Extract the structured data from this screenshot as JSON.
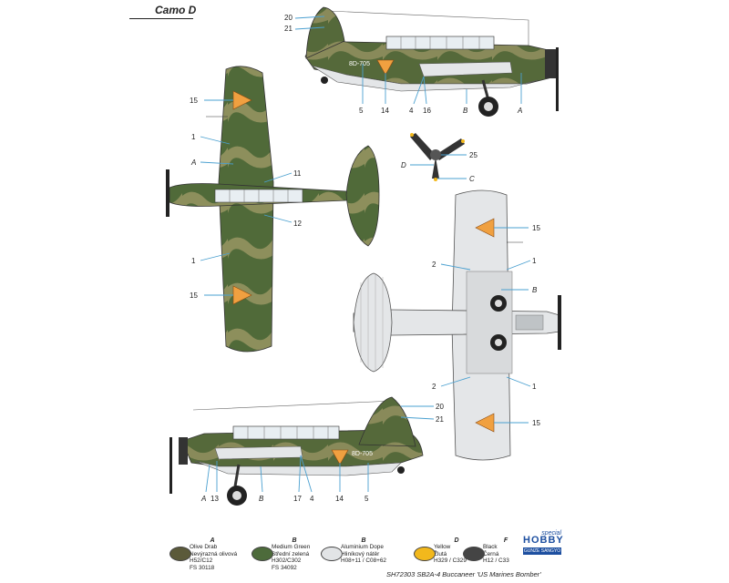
{
  "title": "Camo D",
  "caption": "SH72303  SB2A-4 Buccaneer 'US Marines Bomber'",
  "logo": {
    "line1": "special",
    "line2": "HOBBY",
    "line3": "GUNZE SANGYO"
  },
  "serial": "8D-705",
  "callouts": {
    "top_side": [
      "20",
      "21",
      "5",
      "14",
      "4",
      "16",
      "B",
      "A"
    ],
    "top_view": [
      "15",
      "1",
      "A",
      "11",
      "12",
      "1",
      "15"
    ],
    "prop": [
      "25",
      "D",
      "C"
    ],
    "bottom_view": [
      "15",
      "2",
      "1",
      "B",
      "2",
      "1",
      "15"
    ],
    "bottom_side": [
      "20",
      "21",
      "A",
      "13",
      "B",
      "17",
      "4",
      "14",
      "5"
    ]
  },
  "colors": {
    "olive": "#5a6b34",
    "green": "#4e6b3a",
    "tan": "#a29a6a",
    "alu": "#e4e6e8",
    "yellow": "#f0b020",
    "black": "#333333",
    "orange": "#f0a040"
  },
  "legend": [
    {
      "code": "A",
      "lines": [
        "Olive Drab",
        "Nevýrazná olivová",
        "H52/C12",
        "FS 30118"
      ],
      "color": "#5b5a3a"
    },
    {
      "code": "B",
      "lines": [
        "Medium Green",
        "Střední zelená",
        "H302/C302",
        "FS 34092"
      ],
      "color": "#4d6b3b"
    },
    {
      "code": "B",
      "lines": [
        "Aluminium Dope",
        "Hliníkový nátěr",
        "H08+11 / C08+62"
      ],
      "color": "#e2e4e6"
    },
    {
      "code": "D",
      "lines": [
        "Yellow",
        "Žlutá",
        "H329 / C329"
      ],
      "color": "#f2b81c"
    },
    {
      "code": "F",
      "lines": [
        "Black",
        "Černá",
        "H12 / C33"
      ],
      "color": "#444444"
    }
  ]
}
